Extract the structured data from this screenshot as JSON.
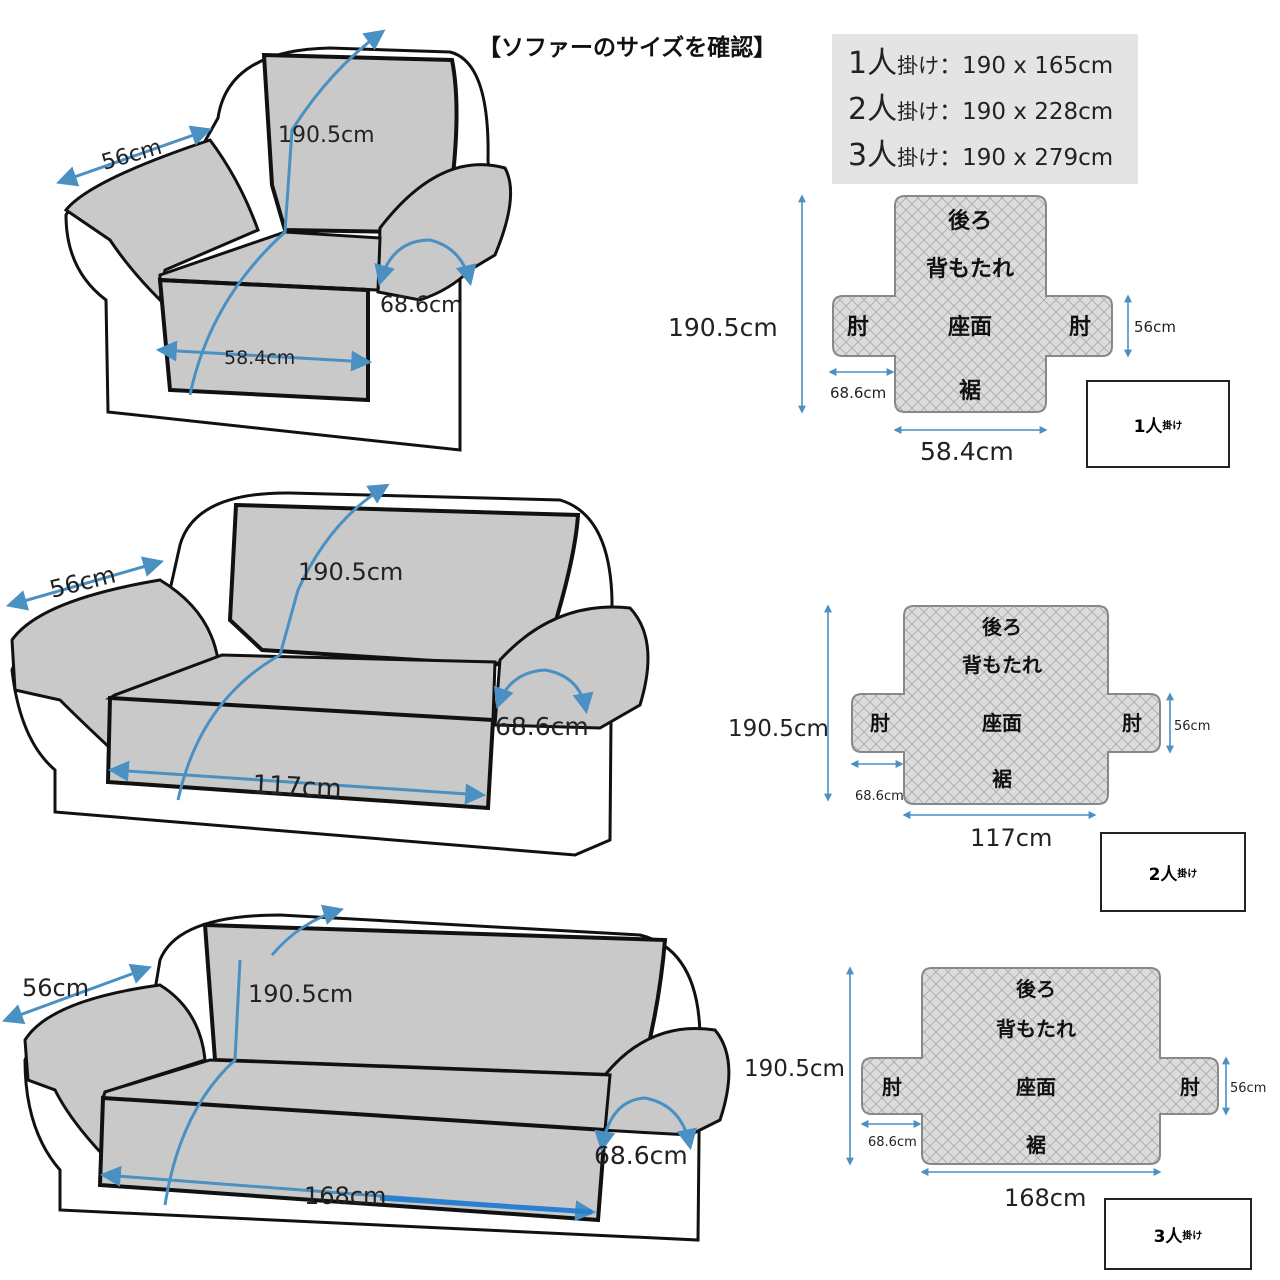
{
  "page_title": "【ソファーのサイズを確認】",
  "size_table": [
    {
      "seats": "1人",
      "suffix": "掛け",
      "sep": "：",
      "dims": "190 x 165cm"
    },
    {
      "seats": "2人",
      "suffix": "掛け",
      "sep": "：",
      "dims": "190 x 228cm"
    },
    {
      "seats": "3人",
      "suffix": "掛け",
      "sep": "：",
      "dims": "190 x 279cm"
    }
  ],
  "sofas": [
    {
      "arm_width": "56cm",
      "back_length": "190.5cm",
      "arm_depth": "68.6cm",
      "seat_width": "58.4cm",
      "layout": {
        "back": "後ろ",
        "backrest": "背もたれ",
        "arm_left": "肘",
        "seat": "座面",
        "arm_right": "肘",
        "hem": "裾",
        "height": "190.5cm",
        "arm_height": "56cm",
        "arm_width": "68.6cm",
        "width": "58.4cm"
      },
      "badge": {
        "seats": "1人",
        "suffix": "掛け"
      }
    },
    {
      "arm_width": "56cm",
      "back_length": "190.5cm",
      "arm_depth": "68.6cm",
      "seat_width": "117cm",
      "layout": {
        "back": "後ろ",
        "backrest": "背もたれ",
        "arm_left": "肘",
        "seat": "座面",
        "arm_right": "肘",
        "hem": "裾",
        "height": "190.5cm",
        "arm_height": "56cm",
        "arm_width": "68.6cm",
        "width": "117cm"
      },
      "badge": {
        "seats": "2人",
        "suffix": "掛け"
      }
    },
    {
      "arm_width": "56cm",
      "back_length": "190.5cm",
      "arm_depth": "68.6cm",
      "seat_width": "168cm",
      "layout": {
        "back": "後ろ",
        "backrest": "背もたれ",
        "arm_left": "肘",
        "seat": "座面",
        "arm_right": "肘",
        "hem": "裾",
        "height": "190.5cm",
        "arm_height": "56cm",
        "arm_width": "68.6cm",
        "width": "168cm"
      },
      "badge": {
        "seats": "3人",
        "suffix": "掛け"
      }
    }
  ],
  "colors": {
    "cover": "#c9c9c9",
    "outline": "#111111",
    "measure": "#4a90c2",
    "panel": "#e4e4e4"
  }
}
